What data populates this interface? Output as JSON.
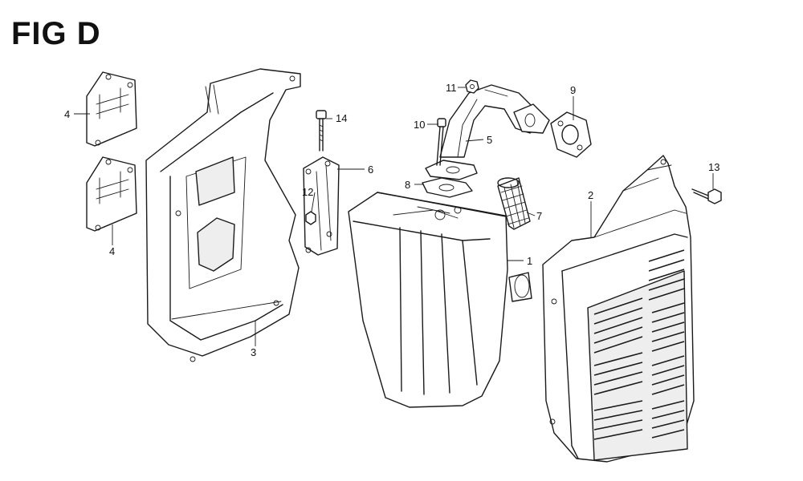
{
  "title": "FIG D",
  "callouts": {
    "c1": "1",
    "c2": "2",
    "c3": "3",
    "c4a": "4",
    "c4b": "4",
    "c5": "5",
    "c6": "6",
    "c7": "7",
    "c8": "8",
    "c9": "9",
    "c10": "10",
    "c11": "11",
    "c12": "12",
    "c13": "13",
    "c14": "14"
  }
}
